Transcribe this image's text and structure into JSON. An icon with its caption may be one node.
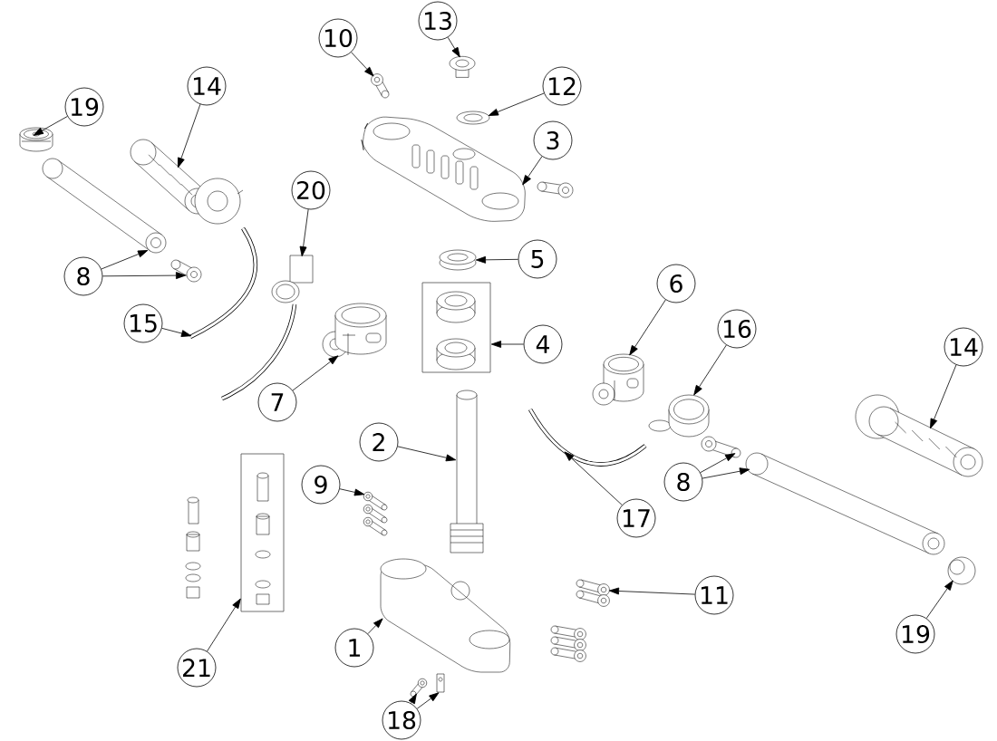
{
  "diagram": {
    "nodes": [
      {
        "text": [
          "19"
        ]
      },
      {
        "text": [
          "14"
        ]
      },
      {
        "text": [
          "10"
        ]
      },
      {
        "text": [
          "13"
        ]
      },
      {
        "text": [
          "12"
        ]
      },
      {
        "text": [
          "3"
        ]
      },
      {
        "text": [
          "20"
        ]
      },
      {
        "text": [
          "8"
        ]
      },
      {
        "text": [
          "15"
        ]
      },
      {
        "text": [
          "5"
        ]
      },
      {
        "text": [
          "4"
        ]
      },
      {
        "text": [
          "7"
        ]
      },
      {
        "text": [
          "6"
        ]
      },
      {
        "text": [
          "16"
        ]
      },
      {
        "text": [
          "14"
        ]
      },
      {
        "text": [
          "2"
        ]
      },
      {
        "text": [
          "9"
        ]
      },
      {
        "text": [
          "8"
        ]
      },
      {
        "text": [
          "17"
        ]
      },
      {
        "text": [
          "21"
        ]
      },
      {
        "text": [
          "1"
        ]
      },
      {
        "text": [
          "11"
        ]
      },
      {
        "text": [
          "18"
        ]
      },
      {
        "text": [
          "19"
        ]
      },
      {
        "text": [],
        "shape": "picture"
      },
      {
        "text": [],
        "shape": "picture"
      },
      {
        "text": [],
        "shape": "picture"
      },
      {
        "text": [],
        "shape": "picture"
      },
      {
        "text": [],
        "shape": "picture"
      },
      {
        "text": [],
        "shape": "picture"
      },
      {
        "text": [],
        "shape": "picture"
      },
      {
        "text": [],
        "shape": "picture"
      },
      {
        "text": [],
        "shape": "picture"
      },
      {
        "text": [],
        "shape": "picture"
      },
      {
        "text": [],
        "shape": "picture"
      },
      {
        "text": [],
        "shape": "box"
      },
      {
        "text": [],
        "shape": "picture"
      },
      {
        "text": [],
        "shape": "picture"
      },
      {
        "text": [],
        "shape": "picture"
      },
      {
        "text": [],
        "shape": "picture"
      },
      {
        "text": [],
        "shape": "picture"
      },
      {
        "text": [],
        "shape": "picture"
      },
      {
        "text": [],
        "shape": "picture"
      },
      {
        "text": [],
        "shape": "picture"
      },
      {
        "text": [],
        "shape": "picture"
      },
      {
        "text": [],
        "shape": "box"
      },
      {
        "text": [],
        "shape": "picture"
      },
      {
        "text": [],
        "shape": "picture"
      },
      {
        "text": [],
        "shape": "picture"
      },
      {
        "text": [],
        "shape": "picture"
      },
      {
        "text": [],
        "shape": "picture"
      }
    ],
    "edges": [
      {
        "from": 0,
        "to": 24,
        "arrow": "to"
      },
      {
        "from": 1,
        "to": 25,
        "arrow": "to"
      },
      {
        "from": 2,
        "to": 26,
        "arrow": "to"
      },
      {
        "from": 3,
        "to": 27,
        "arrow": "to"
      },
      {
        "from": 4,
        "to": 28,
        "arrow": "to"
      },
      {
        "from": 5,
        "to": 29,
        "arrow": "to"
      },
      {
        "from": 6,
        "to": 30,
        "arrow": "to"
      },
      {
        "from": 7,
        "to": 31,
        "arrow": "to"
      },
      {
        "from": 7,
        "to": 32,
        "arrow": "to"
      },
      {
        "from": 8,
        "to": 33,
        "arrow": "to"
      },
      {
        "from": 9,
        "to": 34,
        "arrow": "to"
      },
      {
        "from": 10,
        "to": 35,
        "arrow": "to"
      },
      {
        "from": 11,
        "to": 36,
        "arrow": "to"
      },
      {
        "from": 12,
        "to": 37,
        "arrow": "to"
      },
      {
        "from": 13,
        "to": 38,
        "arrow": "to"
      },
      {
        "from": 14,
        "to": 39,
        "arrow": "to"
      },
      {
        "from": 15,
        "to": 40,
        "arrow": "to"
      },
      {
        "from": 16,
        "to": 41,
        "arrow": "to"
      },
      {
        "from": 17,
        "to": 42,
        "arrow": "to"
      },
      {
        "from": 17,
        "to": 43,
        "arrow": "to"
      },
      {
        "from": 18,
        "to": 44,
        "arrow": "to"
      },
      {
        "from": 19,
        "to": 45,
        "arrow": "to"
      },
      {
        "from": 20,
        "to": 46,
        "arrow": "to"
      },
      {
        "from": 21,
        "to": 47,
        "arrow": "to"
      },
      {
        "from": 22,
        "to": 48,
        "arrow": "to"
      },
      {
        "from": 22,
        "to": 49,
        "arrow": "to"
      },
      {
        "from": 23,
        "to": 50,
        "arrow": "to"
      }
    ]
  }
}
